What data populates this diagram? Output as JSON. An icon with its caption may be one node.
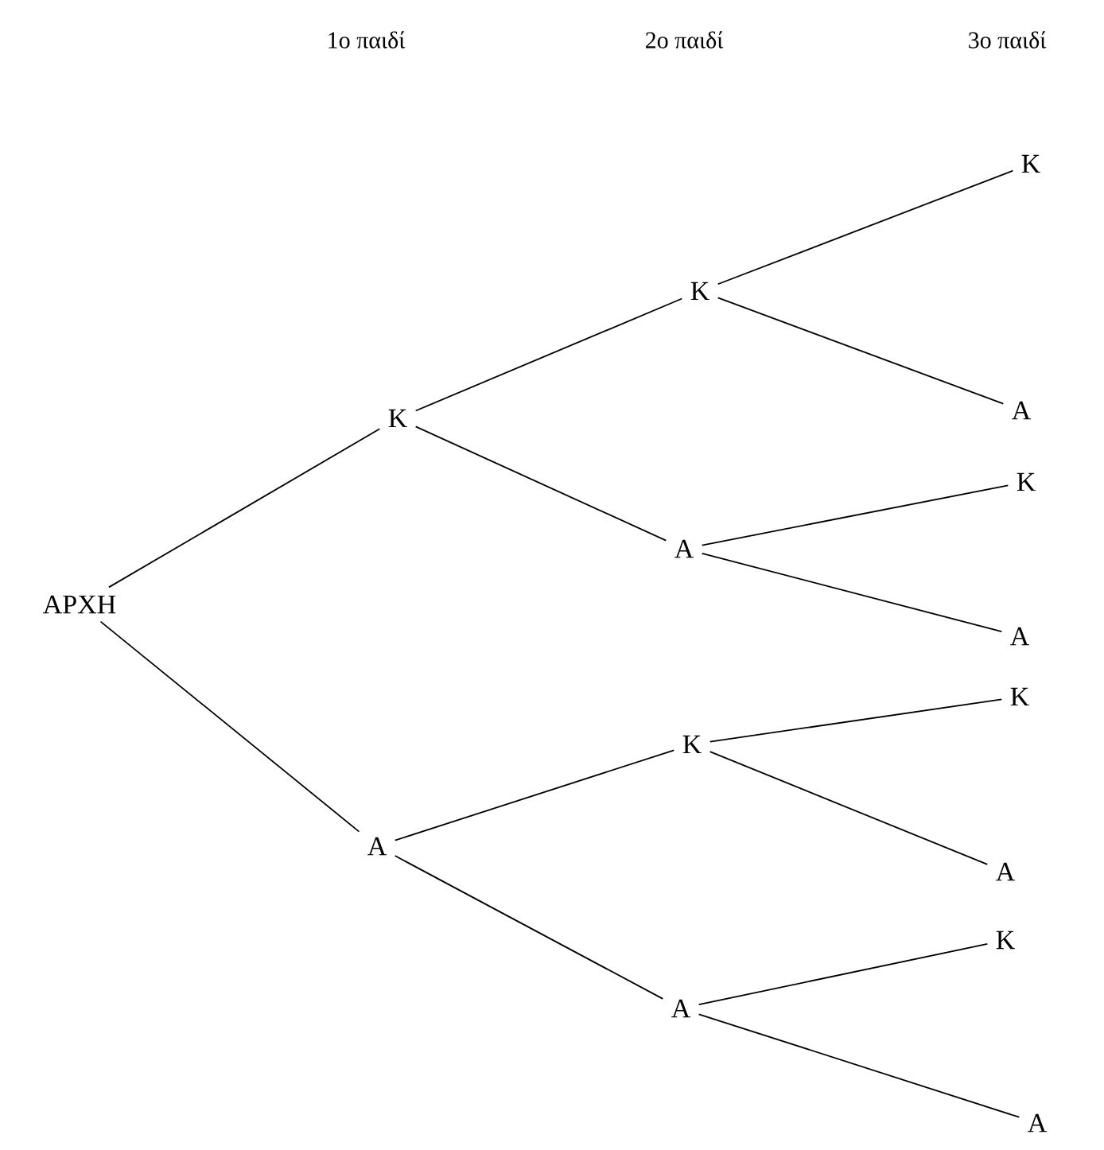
{
  "diagram": {
    "nodes": [
      {
        "text": [
          "ΑΡΧΗ"
        ]
      },
      {
        "text": [
          "Κ"
        ]
      },
      {
        "text": [
          "Α"
        ]
      },
      {
        "text": [
          "Κ"
        ]
      },
      {
        "text": [
          "Α"
        ]
      },
      {
        "text": [
          "Κ"
        ]
      },
      {
        "text": [
          "Α"
        ]
      },
      {
        "text": [
          "Κ"
        ]
      },
      {
        "text": [
          "Α"
        ]
      },
      {
        "text": [
          "Κ"
        ]
      },
      {
        "text": [
          "Α"
        ]
      },
      {
        "text": [
          "Κ"
        ]
      },
      {
        "text": [
          "Α"
        ]
      },
      {
        "text": [
          "Κ"
        ]
      },
      {
        "text": [
          "Α"
        ]
      }
    ],
    "edges": [
      {
        "from": 0,
        "to": 1,
        "arrow": "none"
      },
      {
        "from": 0,
        "to": 2,
        "arrow": "none"
      },
      {
        "from": 1,
        "to": 3,
        "arrow": "none"
      },
      {
        "from": 1,
        "to": 4,
        "arrow": "none"
      },
      {
        "from": 2,
        "to": 5,
        "arrow": "none"
      },
      {
        "from": 2,
        "to": 6,
        "arrow": "none"
      },
      {
        "from": 3,
        "to": 7,
        "arrow": "none"
      },
      {
        "from": 3,
        "to": 8,
        "arrow": "none"
      },
      {
        "from": 4,
        "to": 9,
        "arrow": "none"
      },
      {
        "from": 4,
        "to": 10,
        "arrow": "none"
      },
      {
        "from": 5,
        "to": 11,
        "arrow": "none"
      },
      {
        "from": 5,
        "to": 12,
        "arrow": "none"
      },
      {
        "from": 6,
        "to": 13,
        "arrow": "none"
      },
      {
        "from": 6,
        "to": 14,
        "arrow": "none"
      }
    ],
    "labels": [
      "1ο παιδί",
      "2ο παιδί",
      "3ο παιδί"
    ]
  }
}
